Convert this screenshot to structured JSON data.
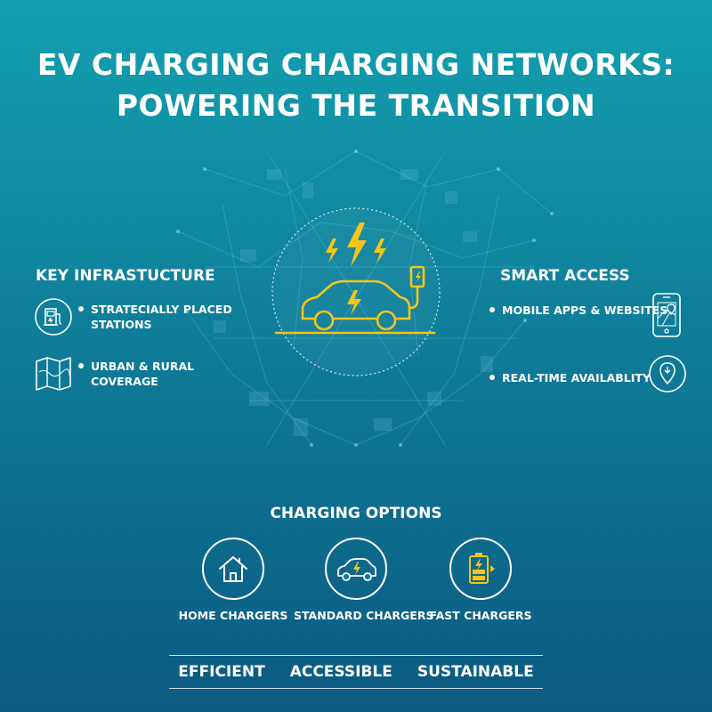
{
  "title": {
    "line1": "EV CHARGING CHARGING NETWORKS:",
    "line2": "POWERING THE TRANSITION"
  },
  "left": {
    "heading": "KEY INFRASTUCTURE",
    "items": [
      {
        "line1": "STRATECIALLY PLACED",
        "line2": "STATIONS",
        "icon": "charging-station-icon"
      },
      {
        "line1": "URBAN & RURAL",
        "line2": "COVERAGE",
        "icon": "map-icon"
      }
    ]
  },
  "right": {
    "heading": "SMART ACCESS",
    "items": [
      {
        "line1": "MOBILE APPS & WEBSITES",
        "icon": "smartphone-map-icon"
      },
      {
        "line1": "REAL-TIME AVAILABLITY",
        "icon": "location-pin-icon"
      }
    ]
  },
  "center": {
    "icon": "electric-car-charging-icon"
  },
  "options": {
    "heading": "CHARGING OPTIONS",
    "items": [
      {
        "label": "HOME CHARGERS",
        "icon": "house-icon"
      },
      {
        "label": "STANDARD CHARGERS",
        "icon": "car-bolt-icon"
      },
      {
        "label": "FAST CHARGERS",
        "icon": "battery-bolt-icon"
      }
    ]
  },
  "footer": {
    "words": [
      "EFFICIENT",
      "ACCESSIBLE",
      "SUSTAINABLE"
    ]
  },
  "colors": {
    "accent": "#f5c518",
    "bg_top": "#13a0b0",
    "bg_bottom": "#0c5a82"
  }
}
